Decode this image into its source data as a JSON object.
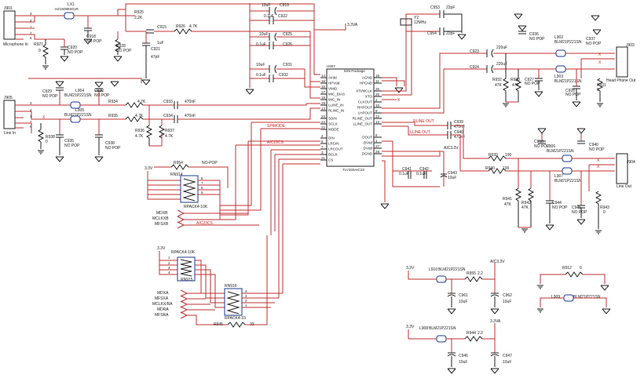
{
  "title": "",
  "ic": {
    "ref": "U907",
    "package": "5X5 Package",
    "part": "TLV320AIC23",
    "left_pins": [
      {
        "num": "14",
        "name": "AVdd"
      },
      {
        "num": "16",
        "name": "HPVdd"
      },
      {
        "num": "15",
        "name": "VMID"
      },
      {
        "num": "17",
        "name": "MIC_BIAS"
      },
      {
        "num": "18",
        "name": "MIC_IN"
      },
      {
        "num": "19",
        "name": "LLINE_IN"
      },
      {
        "num": "13",
        "name": "RLINE_IN"
      },
      {
        "num": "23",
        "name": "SDIN"
      },
      {
        "num": "24",
        "name": "SCLK"
      },
      {
        "num": "22",
        "name": "MODE"
      },
      {
        "num": "4",
        "name": "DIN"
      },
      {
        "num": "5",
        "name": "LRCIN"
      },
      {
        "num": "7",
        "name": "LRCOUT"
      },
      {
        "num": "3",
        "name": "BCLK"
      },
      {
        "num": "21",
        "name": "CS"
      }
    ],
    "right_pins": [
      {
        "num": "15",
        "name": "AGND"
      },
      {
        "num": "11",
        "name": "HPGND"
      },
      {
        "num": "25",
        "name": "XTI/MCLK"
      },
      {
        "num": "26",
        "name": "XTO"
      },
      {
        "num": "2",
        "name": "CLKOUT"
      },
      {
        "num": "10",
        "name": "RHPOUT"
      },
      {
        "num": "9",
        "name": "LHPOUT"
      },
      {
        "num": "12",
        "name": "RLINE_OUT"
      },
      {
        "num": "13",
        "name": "LLINE_OUT"
      },
      {
        "num": "6",
        "name": "DOUT"
      },
      {
        "num": "1",
        "name": "BVdd"
      },
      {
        "num": "27",
        "name": "DVdd"
      },
      {
        "num": "28",
        "name": "DGND"
      }
    ]
  },
  "labels": {
    "j901": "J901",
    "mic_in": "Microphone In",
    "lx1": "LX1",
    "lx1_val": "HZ1608E601R",
    "r925": "R925",
    "r925_val": "2.2K",
    "c915": "C915",
    "c915_val": "1uF",
    "r926": "R926",
    "r926_val": "4.7K",
    "r927": "R927",
    "r927_val": "0",
    "c920": "C920",
    "c920_val": "NO POP",
    "c918": "C918",
    "c918_val": "NO POP",
    "r928": "R928",
    "r928_val": "NO POP",
    "c921": "C921",
    "c921_val": "47pF",
    "c919": "C919",
    "c919_val": "10uF",
    "c922": "C922",
    "c922_val": "0.1uF",
    "c925": "C925",
    "c925_val": "10uF",
    "c926": "C926",
    "c926_val": "0.1uF",
    "c931": "C931",
    "c931_val": "10uF",
    "c932": "C932",
    "c932_val": "0.1uF",
    "v33a_1": "3.3VA",
    "y2": "Y2",
    "y2_val": "12MHz",
    "c953": "C953",
    "c953_val": "22pF",
    "c954": "C954",
    "c954_val": "22pF",
    "c936": "C936",
    "c936_val": "NO POP",
    "l902": "L902",
    "l902_val": "BLM21P221SN",
    "c937": "C937",
    "c937_val": "NO POP",
    "c923": "C923",
    "c923_val": "220uF",
    "c924": "C924",
    "c924_val": "220uF",
    "j903": "J903",
    "head_phone_out": "Head Phone Out",
    "r932": "R932",
    "r932_val": "47K",
    "r930": "R930",
    "r930_val": "47K",
    "c927": "C927",
    "c927_val": "NO POP",
    "l903": "L903",
    "l903_val": "BLM21P221SN",
    "c928": "C928",
    "c928_val": "NO POP",
    "r931": "R931",
    "r931_val": "0",
    "j905": "J905",
    "line_in": "Line In",
    "c929": "C929",
    "c929_val": "NO POP",
    "l904": "L904",
    "l904_val": "BLM21P221SN",
    "c930": "C930",
    "c930_val": "NO POP",
    "r934": "R934",
    "r934_val": "4.7K",
    "c933": "C933",
    "c933_val": "470nF",
    "l905": "L905",
    "l905_val": "BLM21P221SN",
    "r935": "R935",
    "r935_val": "4.7K",
    "c934": "C934",
    "c934_val": "470nF",
    "r938": "R938",
    "r938_val": "0",
    "c935": "C935",
    "c935_val": "NO POP",
    "c938": "C938",
    "c938_val": "NO POP",
    "r936": "R936",
    "r936_val": "4.7K",
    "r937": "R937",
    "r937_val": "4.7K",
    "spimode": "SPIMODE",
    "aic23cs_1": "AIC23CS",
    "aic23cs_2": "AIC23CS",
    "v33_1": "3.3V",
    "r954": "R954",
    "r954_val": "NO-POP",
    "rn914": "RN914",
    "rn914_val": "RPACK4-10K",
    "mdxb": "MDXB",
    "mclkxb": "MCLKXB",
    "mfsxb": "MFSXB",
    "rline_out": "RLINE OUT",
    "lline_out": "LLINE OUT",
    "c941": "C941",
    "c941_val": "0.1uF",
    "c942": "C942",
    "c942_val": "0.1uF",
    "c943": "C943",
    "c943_val": "10uF",
    "aic33v_1": "AIC3.3V",
    "c939": "C939",
    "c939_val": "470nF",
    "c940": "C940",
    "c940_val": "470nF",
    "r939": "R939",
    "r939_val": "100",
    "r940": "R940",
    "r940_val": "100",
    "c950": "C950",
    "c950_val": "NO POP",
    "l906": "L906",
    "l906_val": "BLM21P221SN",
    "c940b": "C940",
    "c940b_val": "NO POP",
    "j904": "J904",
    "line_out": "Line Out",
    "r941": "R941",
    "r941_val": "47K",
    "r942": "R942",
    "r942_val": "47K",
    "c944": "C944",
    "c944_val": "NO POP",
    "l907": "L907",
    "l907_val": "BLM21P221SN",
    "c945": "C945",
    "c945_val": "NO POP",
    "r943": "R943",
    "r943_val": "0",
    "v33_2": "3.3V",
    "rn915": "RN915",
    "rn915_val": "RPACK4-10K",
    "rn916": "RN916",
    "rn916_val": "RPACK4-33",
    "mdxa": "MDXA",
    "mfsxa": "MFSXA",
    "mclkxa": "MCLKX/RA",
    "mdra": "MDRA",
    "mfsra": "MFSRA",
    "r945": "R945",
    "r945_val": "33",
    "v33_3": "3.3V",
    "l910": "L910",
    "l910_val": "BLM21P221SN",
    "r955": "R955",
    "r955_val": "2.2",
    "aic33v_2": "AIC3.3V",
    "c961": "C961",
    "c961_val": "10uF",
    "c962": "C962",
    "c962_val": "10uF",
    "v33_4": "3.3V",
    "l908": "L908",
    "l908_val": "BLM21P221SN",
    "r944": "R944",
    "r944_val": "2.2",
    "v33a_2": "3.3VA",
    "c946": "C946",
    "c946_val": "10uF",
    "c947": "C947",
    "c947_val": "10uF",
    "r912": "R912",
    "r912_val": "0",
    "l909": "L909",
    "l909_val": "BLM21P221SN",
    "jack_pins": [
      "3",
      "4",
      "1",
      "2",
      "5"
    ]
  }
}
